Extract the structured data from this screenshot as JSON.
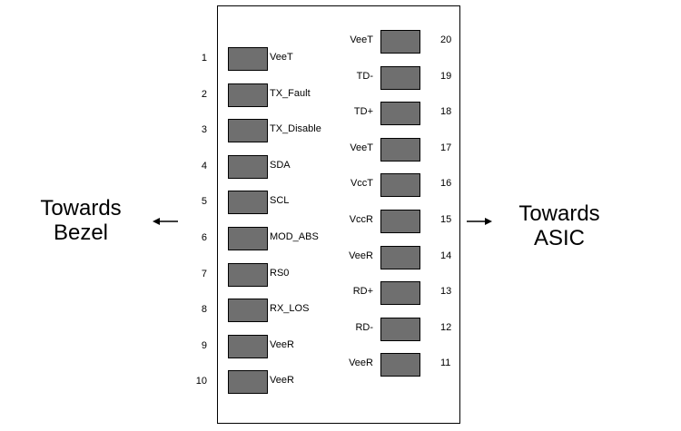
{
  "directions": {
    "left": [
      "Towards",
      "Bezel"
    ],
    "right": [
      "Towards",
      "ASIC"
    ]
  },
  "left_pins": [
    {
      "number": "1",
      "signal": "VeeT"
    },
    {
      "number": "2",
      "signal": "TX_Fault"
    },
    {
      "number": "3",
      "signal": "TX_Disable"
    },
    {
      "number": "4",
      "signal": "SDA"
    },
    {
      "number": "5",
      "signal": "SCL"
    },
    {
      "number": "6",
      "signal": "MOD_ABS"
    },
    {
      "number": "7",
      "signal": "RS0"
    },
    {
      "number": "8",
      "signal": "RX_LOS"
    },
    {
      "number": "9",
      "signal": "VeeR"
    },
    {
      "number": "10",
      "signal": "VeeR"
    }
  ],
  "right_pins": [
    {
      "number": "20",
      "signal": "VeeT"
    },
    {
      "number": "19",
      "signal": "TD-"
    },
    {
      "number": "18",
      "signal": "TD+"
    },
    {
      "number": "17",
      "signal": "VeeT"
    },
    {
      "number": "16",
      "signal": "VccT"
    },
    {
      "number": "15",
      "signal": "VccR"
    },
    {
      "number": "14",
      "signal": "VeeR"
    },
    {
      "number": "13",
      "signal": "RD+"
    },
    {
      "number": "12",
      "signal": "RD-"
    },
    {
      "number": "11",
      "signal": "VeeR"
    }
  ],
  "colors": {
    "pad_fill": "#6f6f6f",
    "outline": "#000000"
  }
}
